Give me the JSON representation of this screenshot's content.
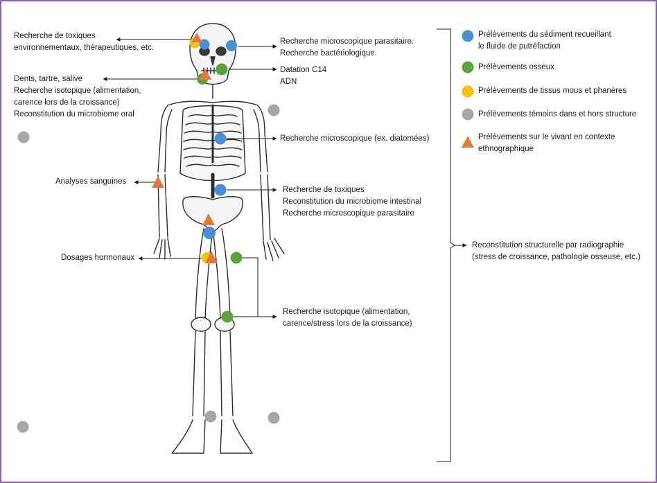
{
  "colors": {
    "sediment": "#4a8fd6",
    "bone": "#5aa53a",
    "soft_tissue": "#f5c200",
    "control": "#a6a6a6",
    "living": "#e8783a",
    "frame": "#8a5cbf"
  },
  "labels": {
    "toxiques_env": [
      "Recherche de toxiques",
      "environnementaux, thérapeutiques, etc."
    ],
    "dents": [
      "Dents, tartre, salive",
      "Recherche isotopique (alimentation,",
      "carence lors de la croissance)",
      "Reconstitution du microbiome oral"
    ],
    "sanguines": [
      "Analyses sanguines"
    ],
    "hormonaux": [
      "Dosages hormonaux"
    ],
    "micro_parasitaire": [
      "Recherche microscopique parasitaire.",
      "Recherche bactériologique."
    ],
    "datation": [
      "Datation C14",
      "ADN"
    ],
    "diatomees": [
      "Recherche microscopique (ex. diatomées)"
    ],
    "toxiques_intestinal": [
      "Recherche de toxiques",
      "Reconstitution du microbiome intestinal",
      "Recherche microscopique parasitaire"
    ],
    "isotopique": [
      "Recherche isotopique (alimentation,",
      "carence/stress lors de la croissance)"
    ],
    "radiographie": [
      "Reconstitution structurelle par radiographie",
      "(stress de croissance, pathologie osseuse, etc.)"
    ]
  },
  "legend": [
    {
      "symbol": "circle",
      "color_key": "sediment",
      "lines": [
        "Prélèvements du sédiment recueillant",
        "le fluide de putréfaction"
      ]
    },
    {
      "symbol": "circle",
      "color_key": "bone",
      "lines": [
        "Prélèvements osseux"
      ]
    },
    {
      "symbol": "circle",
      "color_key": "soft_tissue",
      "lines": [
        "Prélèvements de tissus mous et phanères"
      ]
    },
    {
      "symbol": "circle",
      "color_key": "control",
      "lines": [
        "Prélèvements témoins dans et hors structure"
      ]
    },
    {
      "symbol": "triangle",
      "color_key": "living",
      "lines": [
        "Prélèvements sur le vivant en contexte",
        "ethnographique"
      ]
    }
  ],
  "figure": "skeleton-illustration"
}
